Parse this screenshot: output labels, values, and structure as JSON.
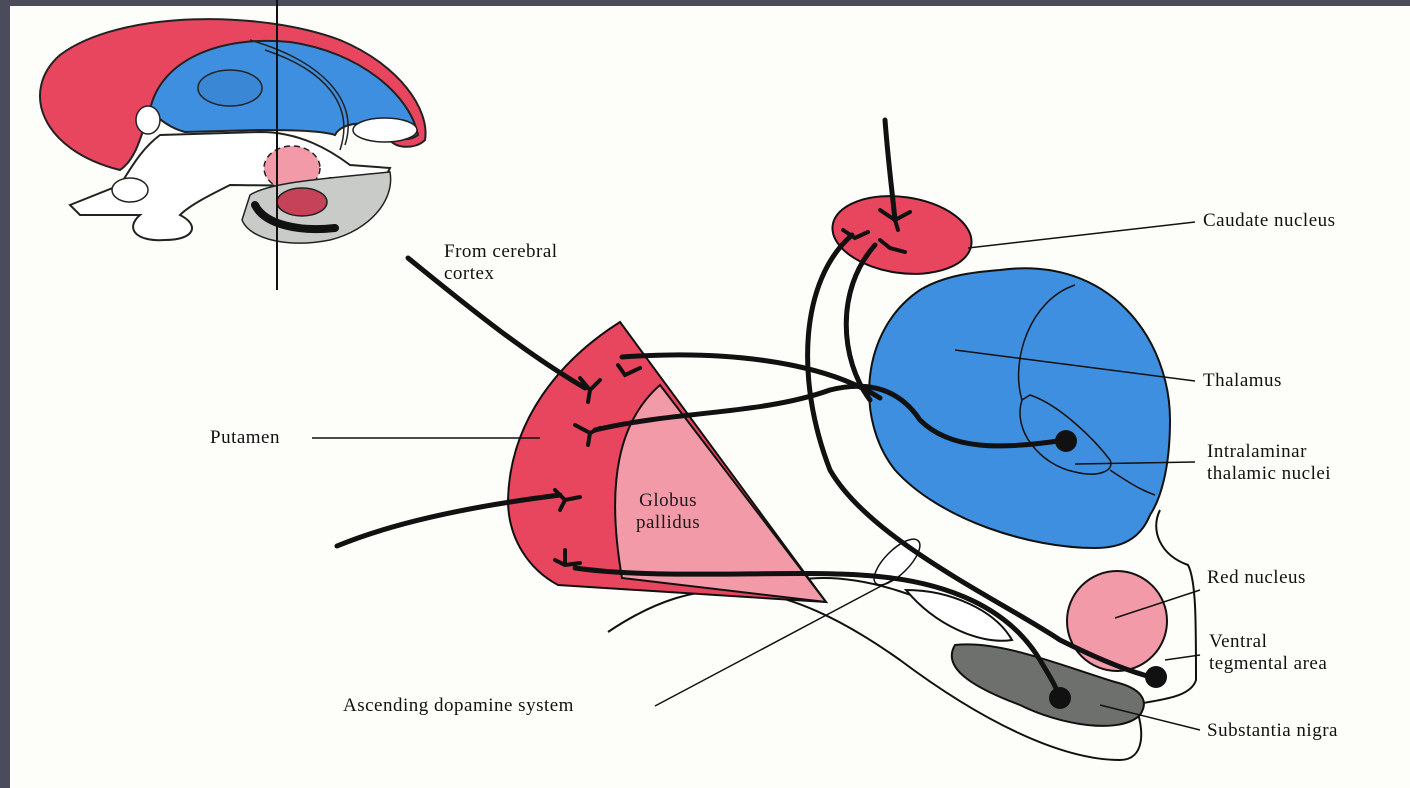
{
  "figure": {
    "labels": {
      "from_cortex": [
        "From cerebral",
        "cortex"
      ],
      "caudate": "Caudate nucleus",
      "thalamus": "Thalamus",
      "intralaminar": [
        "Intralaminar",
        "thalamic nuclei"
      ],
      "putamen": "Putamen",
      "globus_pallidus": [
        "Globus",
        "pallidus"
      ],
      "red_nucleus": "Red nucleus",
      "vta": [
        "Ventral",
        "tegmental area"
      ],
      "substantia_nigra": "Substantia nigra",
      "dopamine": "Ascending dopamine system"
    },
    "colors": {
      "red": "#e8455e",
      "pink": "#f29aa7",
      "blue": "#3e8fe0",
      "gray": "#6e706e",
      "frame": "#4a4c5c",
      "paper": "#fdfdf9",
      "ink": "#111111"
    }
  }
}
